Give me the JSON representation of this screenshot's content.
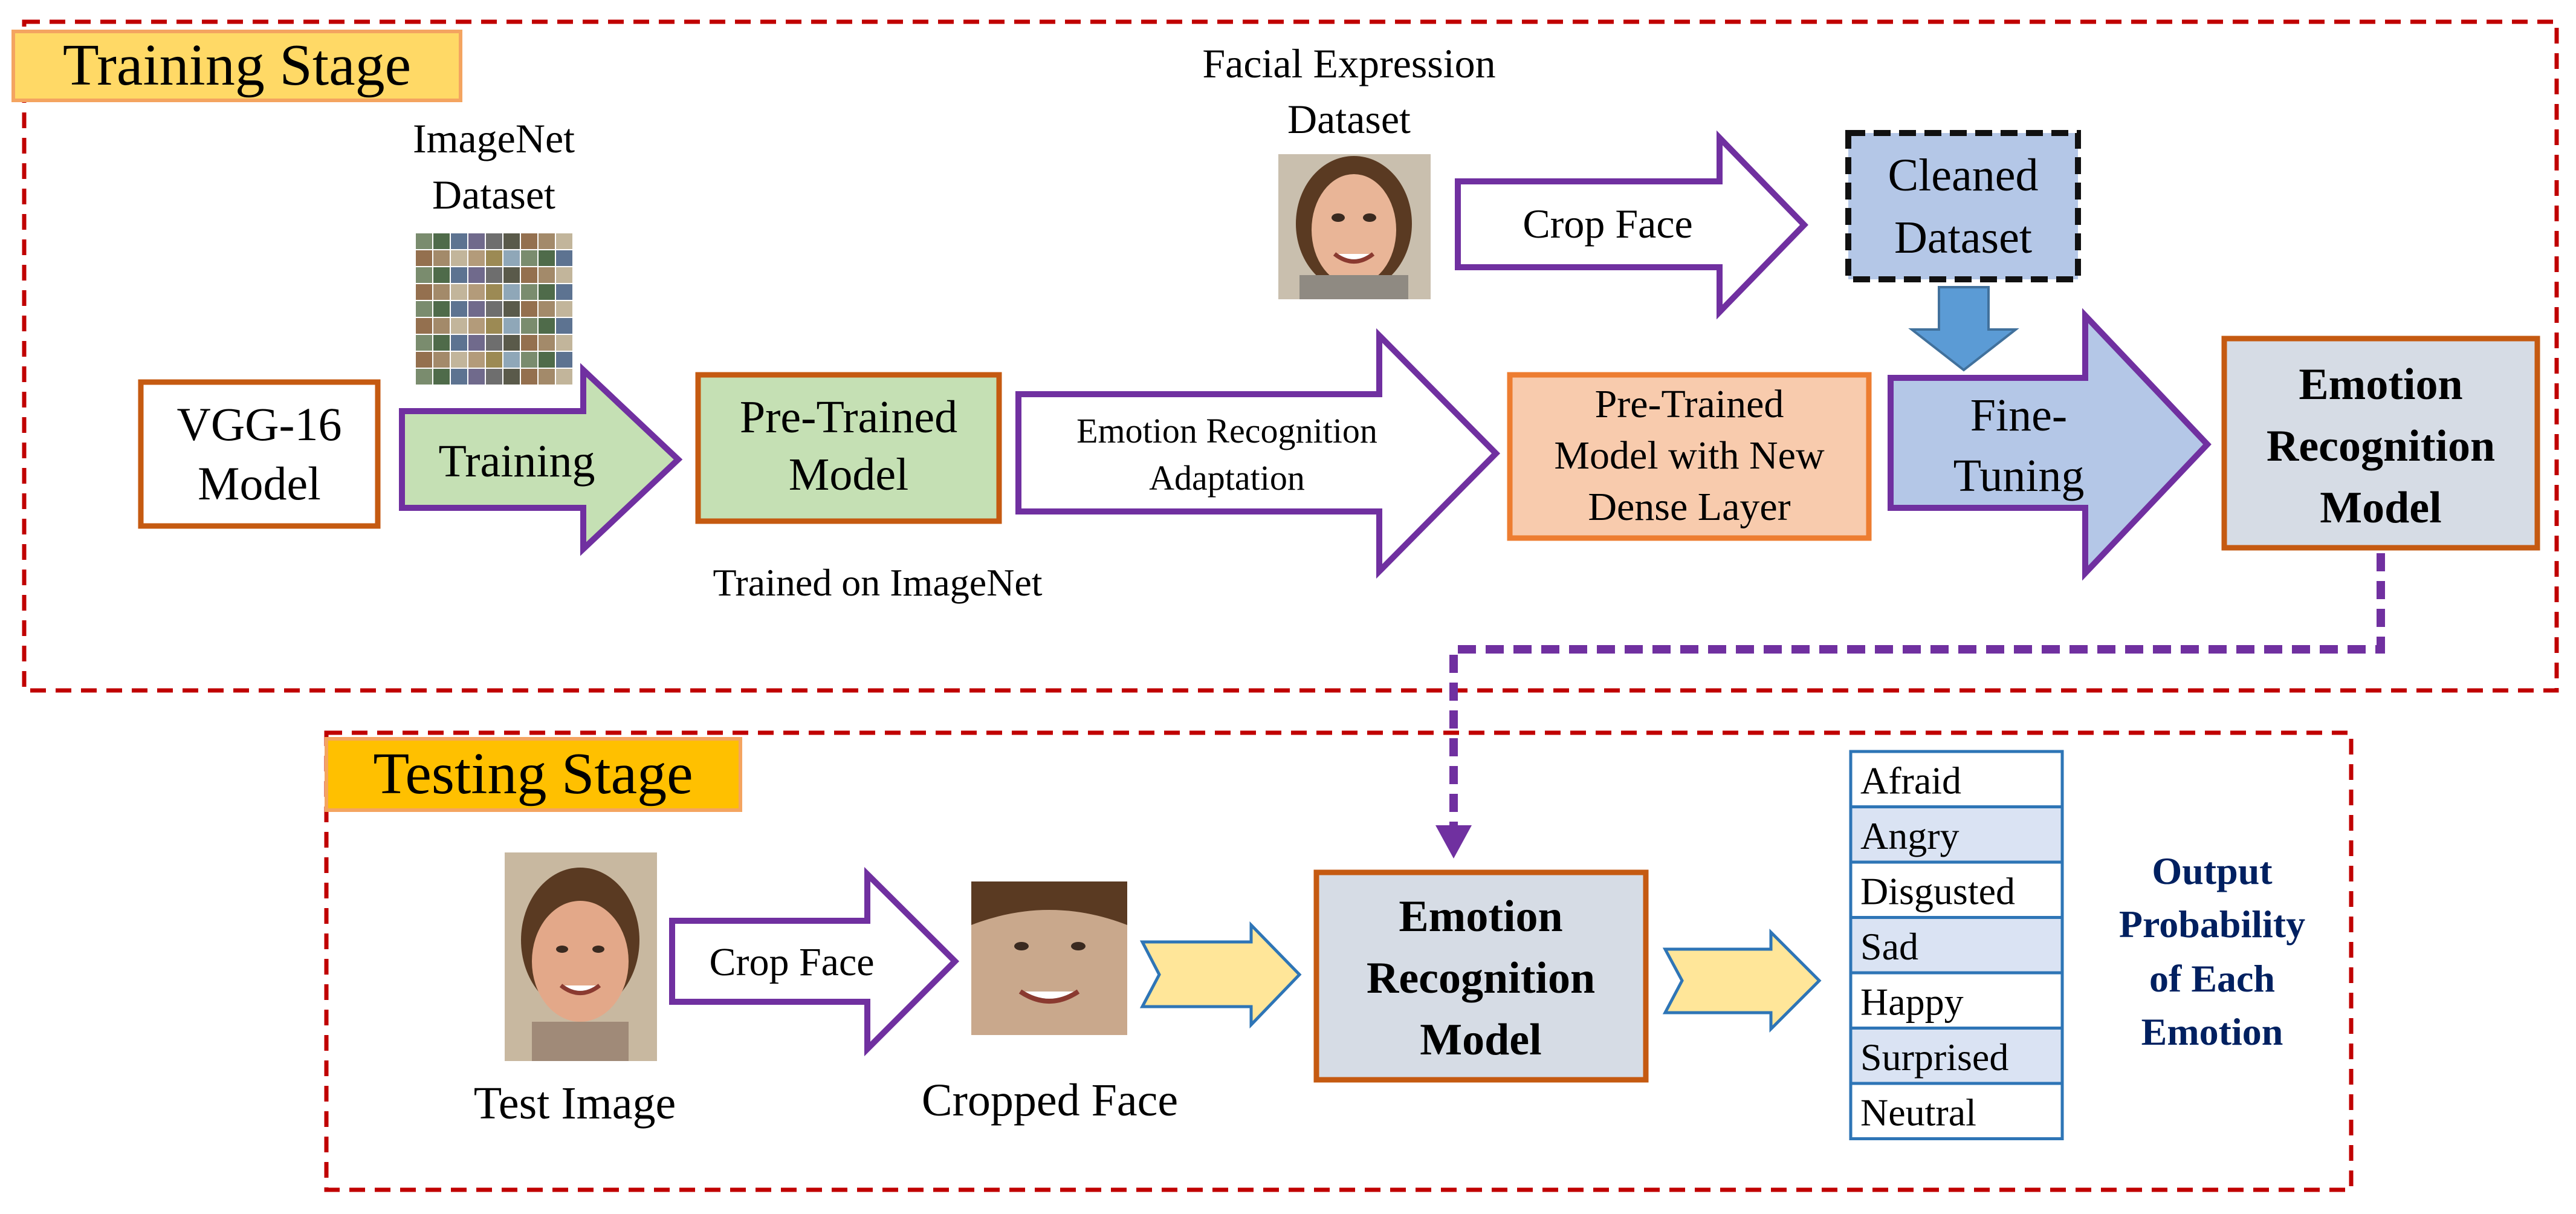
{
  "colors": {
    "stage_border": "#c00000",
    "stage_label_bg": "#ffd966",
    "stage_label_border": "#f4a460",
    "purple_arrow": "#7030a0",
    "green_fill": "#c5e0b4",
    "orange_border": "#c55a11",
    "peach_fill": "#f8cbad",
    "blue_fill": "#b4c7e7",
    "model_fill": "#d6dce5",
    "table_border": "#2e75b6",
    "table_alt_fill": "#dae3f3",
    "output_text": "#002060",
    "yellow_arrow": "#ffe699",
    "blue_arrow": "#5b9bd5"
  },
  "training": {
    "stage_label": "Training Stage",
    "imagenet_label_1": "ImageNet",
    "imagenet_label_2": "Dataset",
    "fer_label_1": "Facial Expression",
    "fer_label_2": "Dataset",
    "vgg_1": "VGG-16",
    "vgg_2": "Model",
    "training_arrow": "Training",
    "pretrained_1": "Pre-Trained",
    "pretrained_2": "Model",
    "trained_on": "Trained on ImageNet",
    "adapt_1": "Emotion Recognition",
    "adapt_2": "Adaptation",
    "crop_face": "Crop Face",
    "cleaned_1": "Cleaned",
    "cleaned_2": "Dataset",
    "newdense_1": "Pre-Trained",
    "newdense_2": "Model with New",
    "newdense_3": "Dense Layer",
    "finetune_1": "Fine-",
    "finetune_2": "Tuning",
    "erm_1": "Emotion",
    "erm_2": "Recognition",
    "erm_3": "Model"
  },
  "testing": {
    "stage_label": "Testing Stage",
    "test_image": "Test Image",
    "crop_face": "Crop Face",
    "cropped_face": "Cropped Face",
    "erm_1": "Emotion",
    "erm_2": "Recognition",
    "erm_3": "Model",
    "emotions": [
      "Afraid",
      "Angry",
      "Disgusted",
      "Sad",
      "Happy",
      "Surprised",
      "Neutral"
    ],
    "output_1": "Output",
    "output_2": "Probability",
    "output_3": "of Each",
    "output_4": "Emotion"
  }
}
